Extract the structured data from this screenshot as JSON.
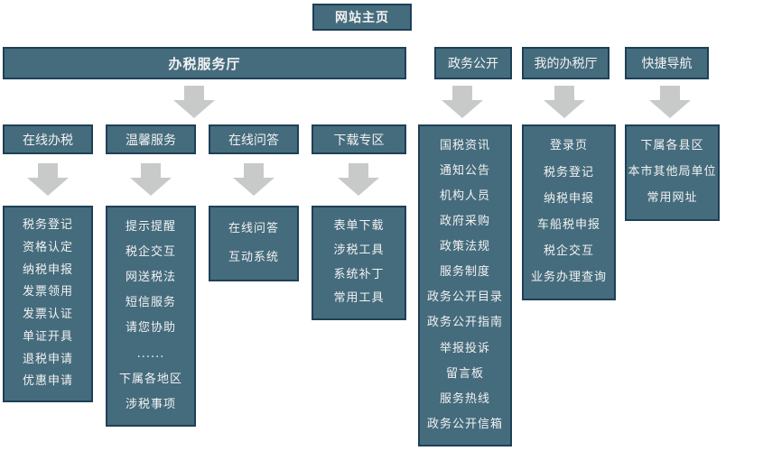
{
  "diagram": {
    "home": "网站主页",
    "hall": {
      "label": "办税服务厅",
      "columns": [
        {
          "label": "在线办税",
          "items": [
            "税务登记",
            "资格认定",
            "纳税申报",
            "发票领用",
            "发票认证",
            "单证开具",
            "退税申请",
            "优惠申请"
          ]
        },
        {
          "label": "温馨服务",
          "items": [
            "提示提醒",
            "税企交互",
            "网送税法",
            "短信服务",
            "请您协助",
            "......",
            "下属各地区",
            "涉税事项"
          ]
        },
        {
          "label": "在线问答",
          "items": [
            "在线问答",
            "互动系统"
          ]
        },
        {
          "label": "下载专区",
          "items": [
            "表单下载",
            "涉税工具",
            "系统补丁",
            "常用工具"
          ]
        }
      ]
    },
    "sections": [
      {
        "label": "政务公开",
        "items": [
          "国税资讯",
          "通知公告",
          "机构人员",
          "政府采购",
          "政策法规",
          "服务制度",
          "政务公开目录",
          "政务公开指南",
          "举报投诉",
          "留言板",
          "服务热线",
          "政务公开信箱"
        ]
      },
      {
        "label": "我的办税厅",
        "items": [
          "登录页",
          "税务登记",
          "纳税申报",
          "车船税申报",
          "税企交互",
          "业务办理查询"
        ]
      },
      {
        "label": "快捷导航",
        "items": [
          "下属各县区",
          "本市其他局单位",
          "常用网址"
        ]
      }
    ]
  },
  "icons": {
    "arrow": "down-arrow"
  },
  "colors": {
    "box_fill": "#456c7d",
    "box_border": "#1d4056",
    "text": "#f2f2f2",
    "arrow": "#c8cac9",
    "background": "#ffffff"
  }
}
